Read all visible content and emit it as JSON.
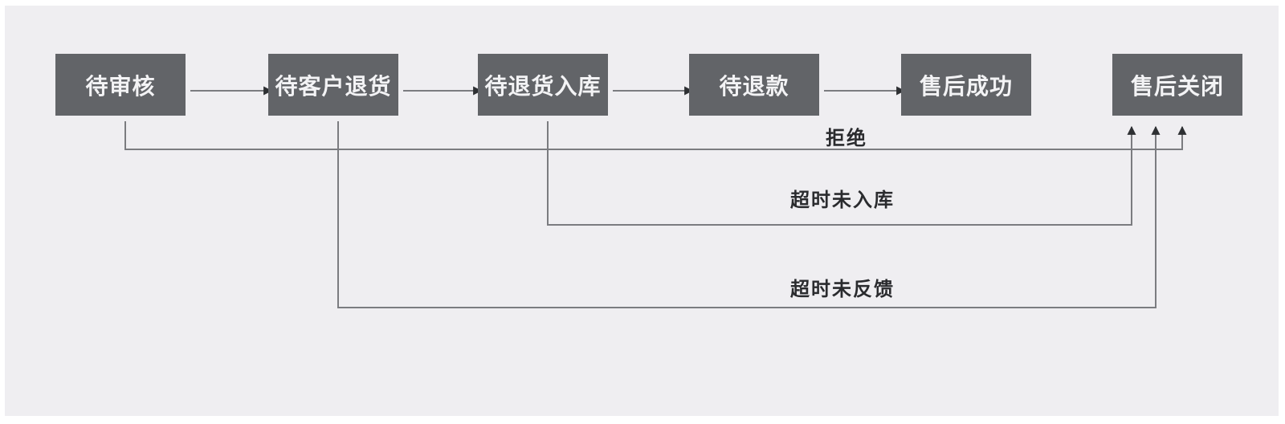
{
  "diagram": {
    "type": "flowchart",
    "nodes": [
      {
        "id": "pending-review",
        "label": "待审核"
      },
      {
        "id": "pending-customer-return",
        "label": "待客户退货"
      },
      {
        "id": "pending-return-inbound",
        "label": "待退货入库"
      },
      {
        "id": "pending-refund",
        "label": "待退款"
      },
      {
        "id": "aftersales-success",
        "label": "售后成功"
      },
      {
        "id": "aftersales-closed",
        "label": "售后关闭"
      }
    ],
    "edge_labels": {
      "reject": "拒绝",
      "timeout_not_inbound": "超时未入库",
      "timeout_no_feedback": "超时未反馈"
    },
    "transitions": [
      {
        "from": "pending-review",
        "to": "pending-customer-return",
        "label": ""
      },
      {
        "from": "pending-customer-return",
        "to": "pending-return-inbound",
        "label": ""
      },
      {
        "from": "pending-return-inbound",
        "to": "pending-refund",
        "label": ""
      },
      {
        "from": "pending-refund",
        "to": "aftersales-success",
        "label": ""
      },
      {
        "from": "pending-review",
        "to": "aftersales-closed",
        "label": "拒绝"
      },
      {
        "from": "pending-return-inbound",
        "to": "aftersales-closed",
        "label": "超时未入库"
      },
      {
        "from": "pending-customer-return",
        "to": "aftersales-closed",
        "label": "超时未反馈"
      }
    ],
    "colors": {
      "page_background": "#ffffff",
      "canvas_background": "#efeef1",
      "node_fill": "#626468",
      "node_text": "#f3f3f5",
      "line": "#7b7c80",
      "arrowhead": "#2e3033",
      "label_text": "#2a2b2e"
    }
  }
}
